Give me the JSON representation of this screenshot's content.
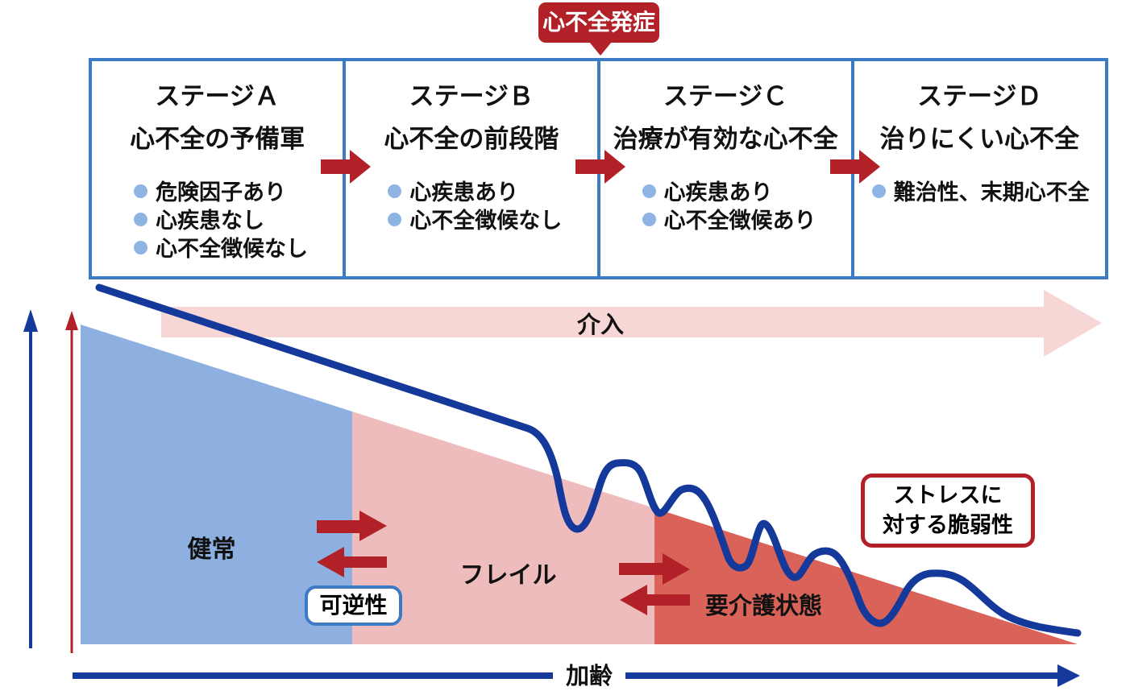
{
  "badge": {
    "label": "心不全発症"
  },
  "stages": [
    {
      "title": "ステージＡ",
      "subtitle": "心不全の予備軍",
      "bullets": [
        "危険因子あり",
        "心疾患なし",
        "心不全徴候なし"
      ]
    },
    {
      "title": "ステージＢ",
      "subtitle": "心不全の前段階",
      "bullets": [
        "心疾患あり",
        "心不全徴候なし"
      ]
    },
    {
      "title": "ステージＣ",
      "subtitle": "治療が有効な心不全",
      "bullets": [
        "心疾患あり",
        "心不全徴候あり"
      ]
    },
    {
      "title": "ステージＤ",
      "subtitle": "治りにくい心不全",
      "bullets": [
        "難治性、末期心不全"
      ]
    }
  ],
  "intervention_arrow": {
    "label": "介入"
  },
  "regions": [
    {
      "label": "健常",
      "color": "#8DB0E0"
    },
    {
      "label": "フレイル",
      "color": "#EEBCBC"
    },
    {
      "label": "要介護状態",
      "color": "#D96359"
    }
  ],
  "reversibility_box": {
    "label": "可逆性"
  },
  "stress_box": {
    "line1": "ストレスに",
    "line2": "対する脆弱性"
  },
  "x_axis": {
    "label": "加齢"
  },
  "colors": {
    "accent_red": "#B22028",
    "border_blue": "#3B7AC4",
    "bullet_blue": "#8DB4E2",
    "healthy_blue": "#8DB0E0",
    "frail_pink": "#EEBCBC",
    "care_red": "#D96359",
    "intervention_pink": "#F7D6D6",
    "curve_navy": "#15389B"
  }
}
